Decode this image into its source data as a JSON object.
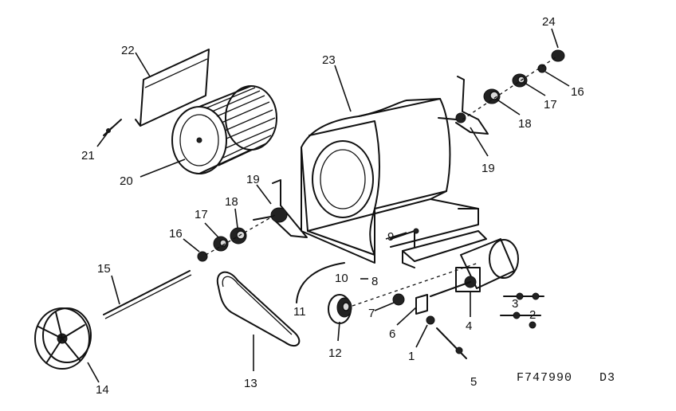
{
  "diagram": {
    "drawing_number": "F747990",
    "revision": "D3",
    "callouts": {
      "c1": "1",
      "c2": "2",
      "c3": "3",
      "c4": "4",
      "c5": "5",
      "c6": "6",
      "c7": "7",
      "c8": "8",
      "c9": "9",
      "c10": "10",
      "c11": "11",
      "c12": "12",
      "c13": "13",
      "c14": "14",
      "c15": "15",
      "c16a": "16",
      "c16b": "16",
      "c17a": "17",
      "c17b": "17",
      "c18a": "18",
      "c18b": "18",
      "c19a": "19",
      "c19b": "19",
      "c20": "20",
      "c21": "21",
      "c22": "22",
      "c23": "23",
      "c24": "24"
    }
  }
}
